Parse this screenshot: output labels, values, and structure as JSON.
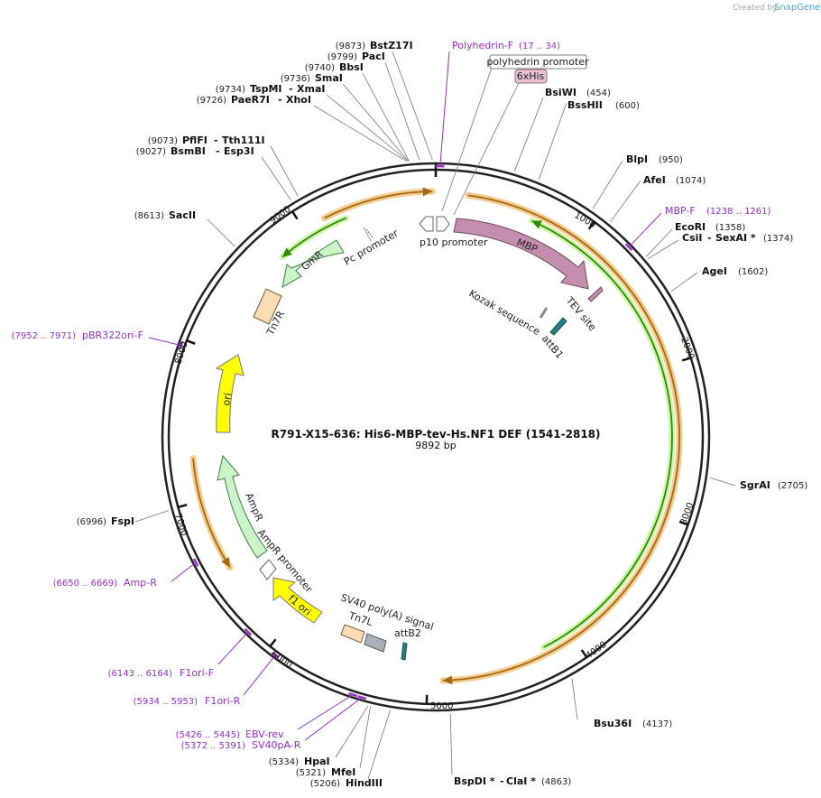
{
  "credit": {
    "prefix": "Created by",
    "brand": "SnapGene"
  },
  "title": "R791-X15-636: His6-MBP-tev-Hs.NF1 DEF (1541-2818)",
  "length": "9892 bp",
  "ticks": [
    "1000",
    "2000",
    "3000",
    "4000",
    "5000",
    "6000",
    "7000",
    "8000",
    "9000"
  ],
  "sites": [
    {
      "pos": "(9873)",
      "name": "BstZ17I"
    },
    {
      "pos": "(9799)",
      "name": "PacI"
    },
    {
      "pos": "(9740)",
      "name": "BbsI"
    },
    {
      "pos": "(9736)",
      "name": "SmaI"
    },
    {
      "pos": "(9734)",
      "name": "TspMI",
      "name2": "XmaI"
    },
    {
      "pos": "(9726)",
      "name": "PaeR7I",
      "name2": "XhoI"
    },
    {
      "pos": "(9073)",
      "name": "PflFI",
      "name2": "Tth111I"
    },
    {
      "pos": "(9027)",
      "name": "BsmBI",
      "name2": "Esp3I"
    },
    {
      "pos": "(8613)",
      "name": "SacII"
    },
    {
      "pos": "(6996)",
      "name": "FspI"
    },
    {
      "pos": "(5334)",
      "name": "HpaI"
    },
    {
      "pos": "(5321)",
      "name": "MfeI"
    },
    {
      "pos": "(5206)",
      "name": "HindIII"
    },
    {
      "pos": "(4863)",
      "name": "BspDI *",
      "name2": "ClaI *"
    },
    {
      "pos": "(4137)",
      "name": "Bsu36I"
    },
    {
      "pos": "(2705)",
      "name": "SgrAI"
    },
    {
      "pos": "(1602)",
      "name": "AgeI"
    },
    {
      "pos": "(1374)",
      "name": "CsiI",
      "name2": "SexAI *"
    },
    {
      "pos": "(1358)",
      "name": "EcoRI"
    },
    {
      "pos": "(1074)",
      "name": "AfeI"
    },
    {
      "pos": "(950)",
      "name": "BlpI"
    },
    {
      "pos": "(600)",
      "name": "BssHII"
    },
    {
      "pos": "(454)",
      "name": "BsiWI"
    }
  ],
  "primers": [
    {
      "name": "Polyhedrin-F",
      "range": "(17 .. 34)"
    },
    {
      "name": "MBP-F",
      "range": "(1238 .. 1261)"
    },
    {
      "name": "pBR322ori-F",
      "range": "(7952 .. 7971)"
    },
    {
      "name": "Amp-R",
      "range": "(6650 .. 6669)"
    },
    {
      "name": "F1ori-F",
      "range": "(6143 .. 6164)"
    },
    {
      "name": "F1ori-R",
      "range": "(5934 .. 5953)"
    },
    {
      "name": "EBV-rev",
      "range": "(5426 .. 5445)"
    },
    {
      "name": "SV40pA-R",
      "range": "(5372 .. 5391)"
    }
  ],
  "features": {
    "polyhedrin_promoter": "polyhedrin promoter",
    "his": "6xHis",
    "p10": "p10 promoter",
    "mbp": "MBP",
    "tev": "TEV site",
    "kozak": "Kozak sequence",
    "attb1": "attB1",
    "pc": "Pc promoter",
    "gmr": "GmR",
    "tn7r": "Tn7R",
    "ori": "ori",
    "ampr": "AmpR",
    "ampr_promoter": "AmpR promoter",
    "f1ori": "f1 ori",
    "sv40": "SV40 poly(A) signal",
    "tn7l": "Tn7L",
    "attb2": "attB2"
  },
  "colors": {
    "backbone": "#222222",
    "mbp": "#c48fae",
    "gmr": "#c9f5c9",
    "yellow": "#ffff00",
    "tn7": "#fbdcb4",
    "sv40": "#a9b0b8",
    "orf": "#f3c27c",
    "orf_line": "#a06a10",
    "green_line": "#2e8b00",
    "green_glow": "#c8f5a0",
    "primer": "#9a2fd0",
    "att": "#2a7c8c",
    "his": "#e8c2d2"
  }
}
